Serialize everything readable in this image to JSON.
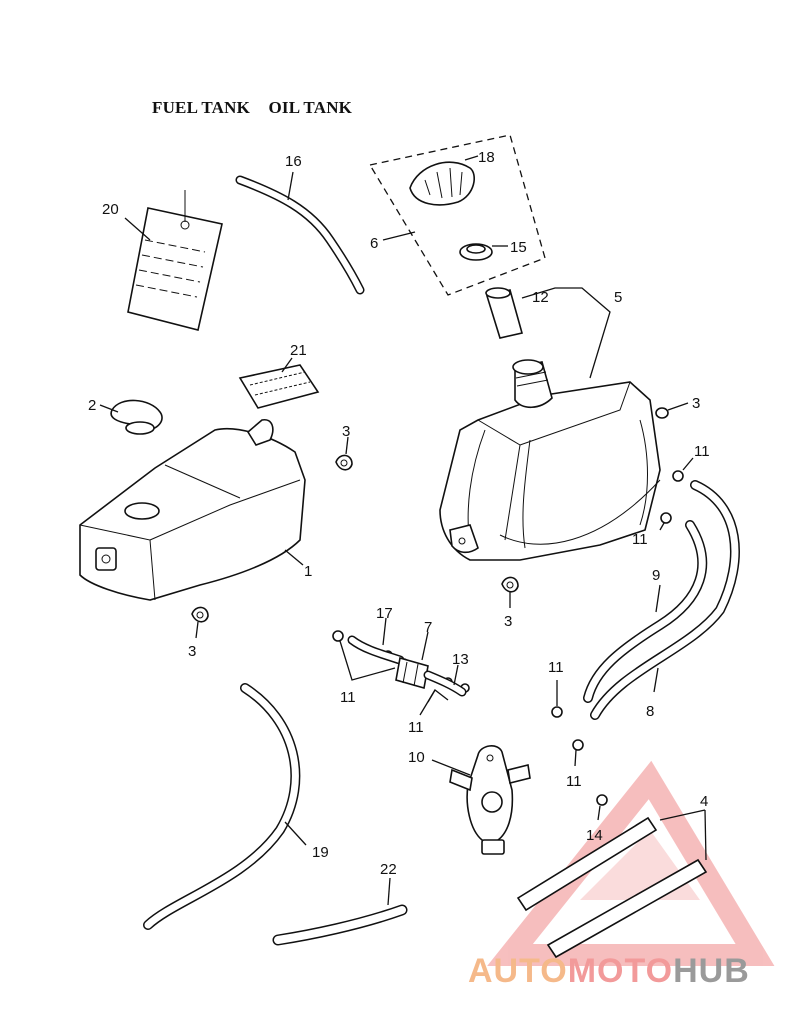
{
  "title": {
    "left": "FUEL TANK",
    "right": "OIL TANK"
  },
  "watermark": {
    "part1": "AUTO",
    "part2": "MOTO",
    "part3": "HUB",
    "colors": {
      "auto": "#f5b98a",
      "moto": "#f29a9a",
      "hub": "#9a9a9a",
      "triangle": "#f0a0a0"
    }
  },
  "callouts": {
    "n20": "20",
    "n16": "16",
    "n18": "18",
    "n6": "6",
    "n15": "15",
    "n12": "12",
    "n5": "5",
    "n21": "21",
    "n2": "2",
    "n3a": "3",
    "n3b": "3",
    "n1": "1",
    "n11a": "11",
    "n11b": "11",
    "n3c": "3",
    "n3d": "3",
    "n9": "9",
    "n17": "17",
    "n7": "7",
    "n13": "13",
    "n11c": "11",
    "n11d": "11",
    "n11e": "11",
    "n8": "8",
    "n10": "10",
    "n11f": "11",
    "n4": "4",
    "n14": "14",
    "n19": "19",
    "n22": "22"
  }
}
